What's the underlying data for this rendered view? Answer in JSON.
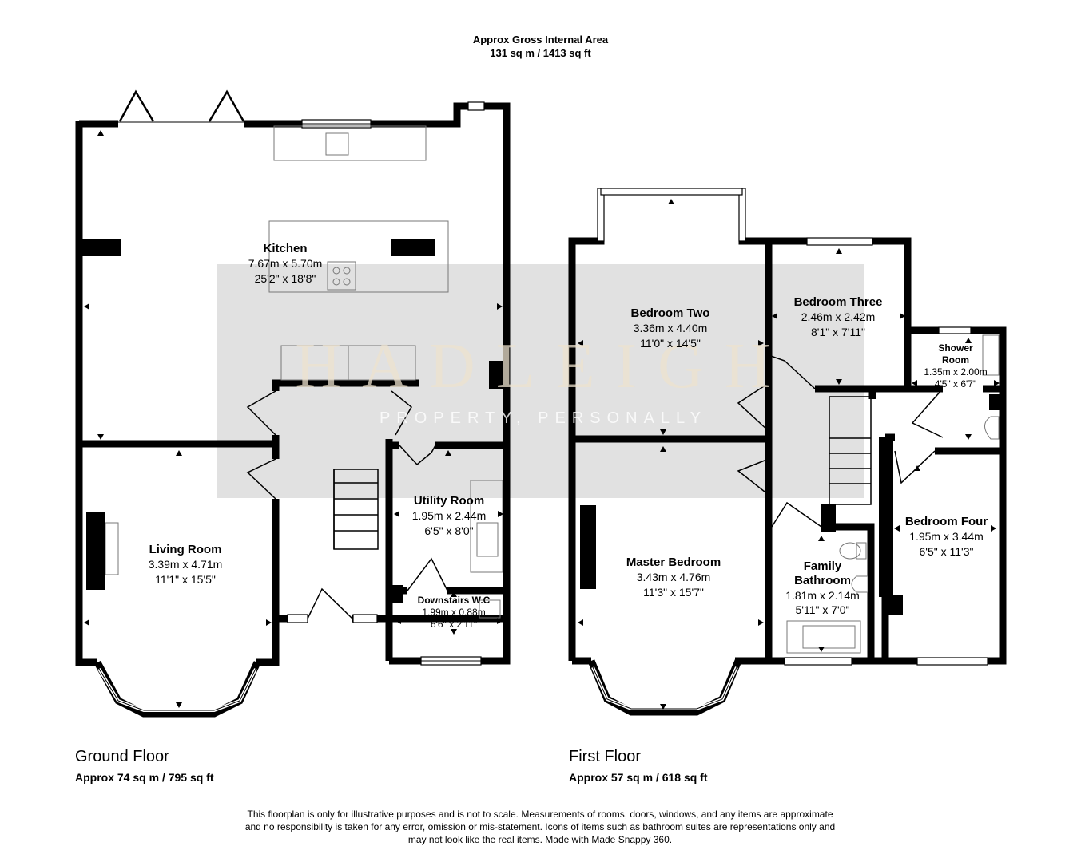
{
  "header": {
    "line1": "Approx Gross Internal Area",
    "line2": "131 sq m / 1413 sq ft"
  },
  "watermark": {
    "name": "HADLEIGH",
    "tagline": "PROPERTY, PERSONALLY"
  },
  "ground_floor": {
    "title": "Ground Floor",
    "area": "Approx 74 sq m / 795 sq ft",
    "rooms": {
      "kitchen": {
        "name": "Kitchen",
        "metric": "7.67m x 5.70m",
        "imperial": "25'2\" x 18'8\""
      },
      "living": {
        "name": "Living Room",
        "metric": "3.39m x 4.71m",
        "imperial": "11'1\" x 15'5\""
      },
      "utility": {
        "name": "Utility Room",
        "metric": "1.95m x 2.44m",
        "imperial": "6'5\" x 8'0\""
      },
      "wc": {
        "name": "Downstairs W.C",
        "metric": "1.99m x 0.88m",
        "imperial": "6'6\" x 2'11\""
      }
    }
  },
  "first_floor": {
    "title": "First Floor",
    "area": "Approx 57 sq m / 618 sq ft",
    "rooms": {
      "bed2": {
        "name": "Bedroom Two",
        "metric": "3.36m x 4.40m",
        "imperial": "11'0\" x 14'5\""
      },
      "bed3": {
        "name": "Bedroom Three",
        "metric": "2.46m x 2.42m",
        "imperial": "8'1\" x 7'11\""
      },
      "shower": {
        "name1": "Shower",
        "name2": "Room",
        "metric": "1.35m x 2.00m",
        "imperial": "4'5\" x 6'7\""
      },
      "master": {
        "name": "Master Bedroom",
        "metric": "3.43m x 4.76m",
        "imperial": "11'3\" x 15'7\""
      },
      "bathroom": {
        "name1": "Family",
        "name2": "Bathroom",
        "metric": "1.81m x 2.14m",
        "imperial": "5'11\" x 7'0\""
      },
      "bed4": {
        "name": "Bedroom Four",
        "metric": "1.95m x 3.44m",
        "imperial": "6'5\" x 11'3\""
      }
    }
  },
  "disclaimer": {
    "line1": "This floorplan is only for illustrative purposes and is not to scale. Measurements of rooms, doors, windows, and any items are approximate",
    "line2": "and no responsibility is taken for any error, omission or mis-statement. Icons of items such as bathroom suites are representations only and",
    "line3": "may not look like the real items. Made with Made Snappy 360."
  }
}
